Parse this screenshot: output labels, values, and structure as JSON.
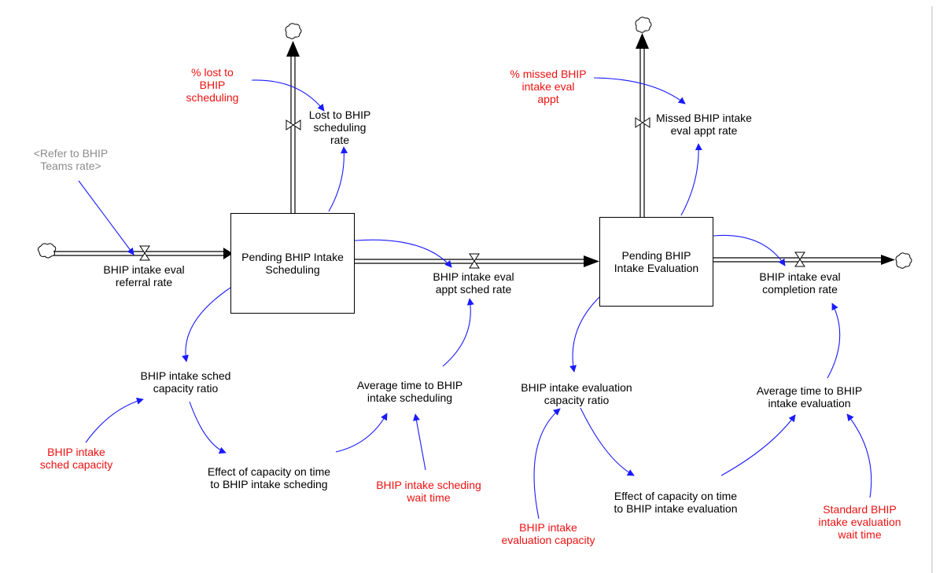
{
  "stocks": {
    "pending_scheduling": "Pending BHIP Intake\nScheduling",
    "pending_evaluation": "Pending BHIP\nIntake Evaluation"
  },
  "flows": {
    "referral": "BHIP intake eval\nreferral rate",
    "appt_sched": "BHIP intake eval\nappt sched rate",
    "completion": "BHIP intake eval\ncompletion rate",
    "lost": "Lost to BHIP\nscheduling\nrate",
    "missed": "Missed BHIP intake\neval appt rate"
  },
  "auxiliaries": {
    "sched_capacity_ratio": "BHIP intake sched\ncapacity ratio",
    "effect_sched": "Effect of capacity on time\nto BHIP intake scheding",
    "avg_time_sched": "Average time to BHIP\nintake scheduling",
    "eval_capacity_ratio": "BHIP intake evaluation\ncapacity ratio",
    "effect_eval": "Effect of capacity on time\nto BHIP intake evaluation",
    "avg_time_eval": "Average time to BHIP\nintake evaluation"
  },
  "constants": {
    "pct_lost": "% lost to\nBHIP\nscheduling",
    "pct_missed": "% missed BHIP\nintake eval\nappt",
    "sched_capacity": "BHIP intake\nsched capacity",
    "sched_wait": "BHIP intake scheding\nwait time",
    "eval_capacity": "BHIP intake\nevaluation capacity",
    "std_eval_wait": "Standard BHIP\nintake evaluation\nwait time"
  },
  "shadow": {
    "refer_teams": "<Refer to BHIP\nTeams rate>"
  },
  "colors": {
    "link": "#1a1aff",
    "constant": "#ee1111",
    "shadow": "#8c8c8c",
    "flow": "#000000"
  }
}
